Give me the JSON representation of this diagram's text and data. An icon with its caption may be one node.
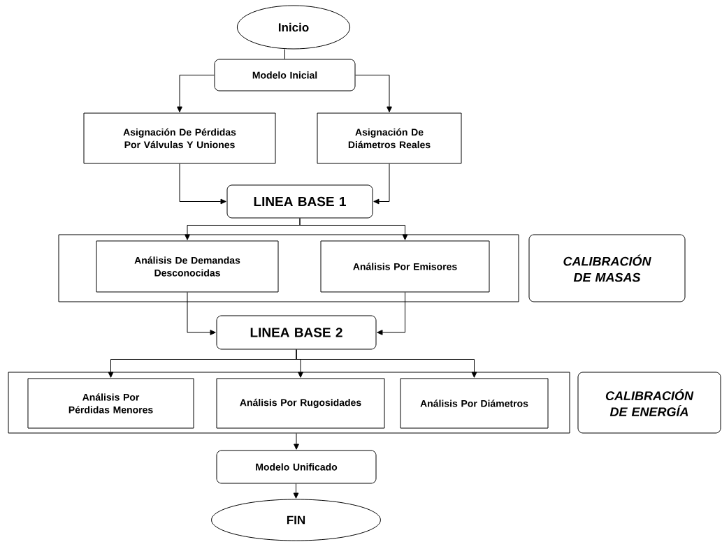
{
  "diagram": {
    "nodes": [
      {
        "text": [
          "Inicio"
        ]
      },
      {
        "text": [
          "Modelo Inicial"
        ]
      },
      {
        "text": [
          "Asignación De Pérdidas Por Válvulas Y Uniones"
        ]
      },
      {
        "text": [
          "Asignación De Diámetros Reales"
        ]
      },
      {
        "text": [
          "LINEA BASE 1"
        ]
      },
      {
        "text": [],
        "shape": "box"
      },
      {
        "text": [
          "Análisis De Demandas Desconocidas"
        ],
        "in": 5
      },
      {
        "text": [
          "Análisis Por Emisores"
        ],
        "in": 5
      },
      {
        "text": [
          "CALIBRACIÓN DE MASAS"
        ]
      },
      {
        "text": [
          "LINEA BASE 2"
        ]
      },
      {
        "text": [],
        "shape": "box"
      },
      {
        "text": [
          "Análisis Por Pérdidas Menores"
        ],
        "in": 10
      },
      {
        "text": [
          "Análisis Por Rugosidades"
        ],
        "in": 10
      },
      {
        "text": [
          "Análisis Por Diámetros"
        ],
        "in": 10
      },
      {
        "text": [
          "CALIBRACIÓN DE ENERGÍA"
        ]
      },
      {
        "text": [
          "Modelo Unificado"
        ]
      },
      {
        "text": [
          "FIN"
        ]
      }
    ],
    "edges": [
      {
        "from": 0,
        "to": 1,
        "arrow": "none"
      },
      {
        "from": 1,
        "to": 2,
        "arrow": "to"
      },
      {
        "from": 1,
        "to": 3,
        "arrow": "to"
      },
      {
        "from": 2,
        "to": 4,
        "arrow": "to"
      },
      {
        "from": 3,
        "to": 4,
        "arrow": "to"
      },
      {
        "from": 4,
        "to": 6,
        "arrow": "to"
      },
      {
        "from": 4,
        "to": 7,
        "arrow": "to"
      },
      {
        "from": 6,
        "to": 9,
        "arrow": "to"
      },
      {
        "from": 7,
        "to": 9,
        "arrow": "to"
      },
      {
        "from": 9,
        "to": 11,
        "arrow": "to"
      },
      {
        "from": 9,
        "to": 12,
        "arrow": "to"
      },
      {
        "from": 9,
        "to": 13,
        "arrow": "to"
      },
      {
        "from": 10,
        "to": 15,
        "arrow": "to"
      },
      {
        "from": 15,
        "to": 16,
        "arrow": "to"
      }
    ]
  }
}
